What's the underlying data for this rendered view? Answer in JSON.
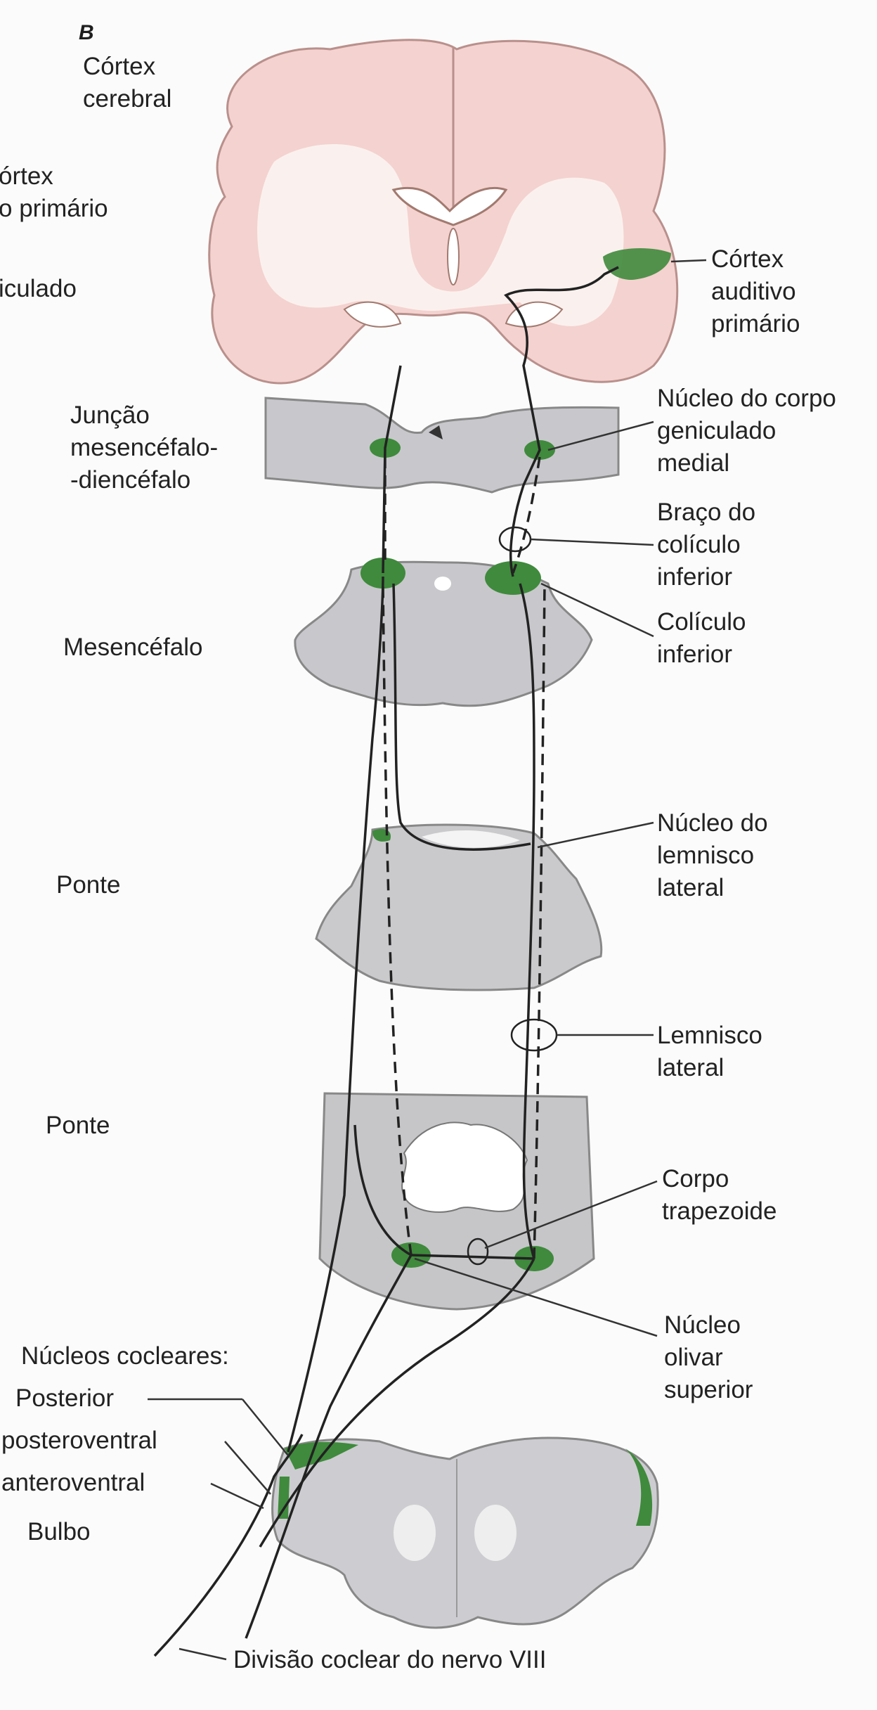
{
  "figure": {
    "panel_letter": "B",
    "colors": {
      "highlight": "#3f8a3c",
      "cortex": "#f5d3d0",
      "section_gray": "#c9c9cc",
      "line": "#222222"
    }
  },
  "left_labels": {
    "cortex_cerebral": [
      "Córtex",
      "cerebral"
    ],
    "cut_off": [
      "órtex",
      "o primário",
      "iculado"
    ],
    "juncao": [
      "Junção",
      "mesencéfalo-",
      "-diencéfalo"
    ],
    "mesencefalo": "Mesencéfalo",
    "ponte_1": "Ponte",
    "ponte_2": "Ponte",
    "nucleos_cocleares": "Núcleos cocleares:",
    "posterior": "Posterior",
    "posteroventral": "posteroventral",
    "anteroventral": "anteroventral",
    "bulbo": "Bulbo"
  },
  "right_labels": {
    "cortex_auditivo": [
      "Córtex",
      "auditivo",
      "primário"
    ],
    "geniculado": [
      "Núcleo do corpo",
      "geniculado",
      "medial"
    ],
    "braco": [
      "Braço do",
      "colículo",
      "inferior"
    ],
    "coliculo": [
      "Colículo",
      "inferior"
    ],
    "lemnisco_nucleo": [
      "Núcleo do",
      "lemnisco",
      "lateral"
    ],
    "lemnisco": [
      "Lemnisco",
      "lateral"
    ],
    "trapezoide": [
      "Corpo",
      "trapezoide"
    ],
    "olivar": [
      "Núcleo",
      "olivar",
      "superior"
    ]
  },
  "bottom_label": "Divisão coclear do nervo VIII"
}
